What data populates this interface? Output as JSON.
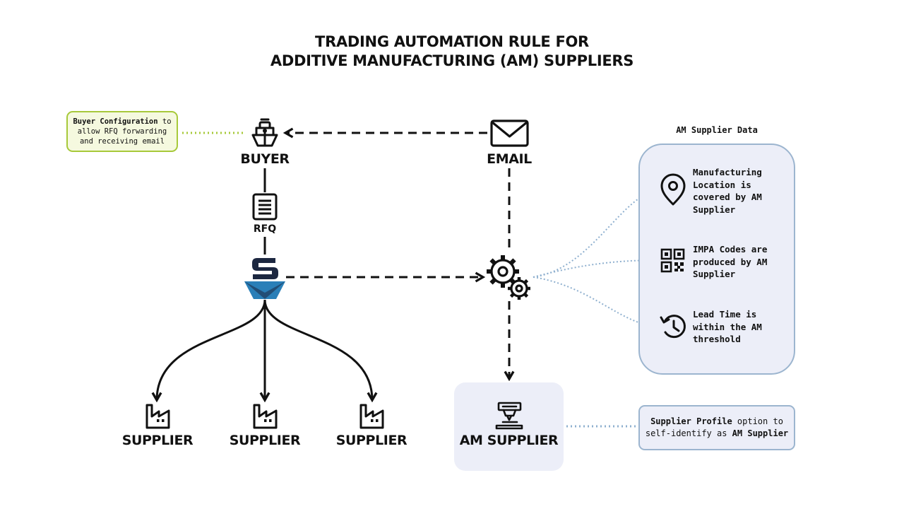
{
  "title": {
    "line1": "TRADING AUTOMATION RULE FOR",
    "line2": "ADDITIVE MANUFACTURING (AM) SUPPLIERS"
  },
  "nodes": {
    "buyer": "BUYER",
    "email": "EMAIL",
    "rfq": "RFQ",
    "supplier_1": "SUPPLIER",
    "supplier_2": "SUPPLIER",
    "supplier_3": "SUPPLIER",
    "am_supplier": "AM SUPPLIER"
  },
  "buyer_config": {
    "bold": "Buyer Configuration",
    "text_1": " to allow RFQ forwarding and receiving email"
  },
  "am_supplier_data": {
    "title": "AM Supplier Data",
    "items": [
      {
        "icon": "location-pin-icon",
        "text": "Manufacturing Location is covered by AM Supplier"
      },
      {
        "icon": "qr-code-icon",
        "text": "IMPA Codes are produced by AM Supplier"
      },
      {
        "icon": "history-clock-icon",
        "text": "Lead Time is within the AM threshold"
      }
    ]
  },
  "supplier_profile": {
    "bold_1": "Supplier Profile",
    "text_1": " option to self-identify as ",
    "bold_2": "AM Supplier"
  },
  "icons": [
    "ship-icon",
    "envelope-icon",
    "document-icon",
    "platform-logo-icon",
    "gears-icon",
    "factory-icon",
    "3d-printer-icon"
  ],
  "colors": {
    "config_border": "#a7c93a",
    "config_fill": "#f5f9df",
    "panel_fill": "#eceef8",
    "panel_border": "#9cb5cf",
    "dotted_blue": "#8fb0cf",
    "dotted_green": "#a7c93a",
    "logo_dark": "#1c2740",
    "logo_blue": "#2a7fb8"
  }
}
